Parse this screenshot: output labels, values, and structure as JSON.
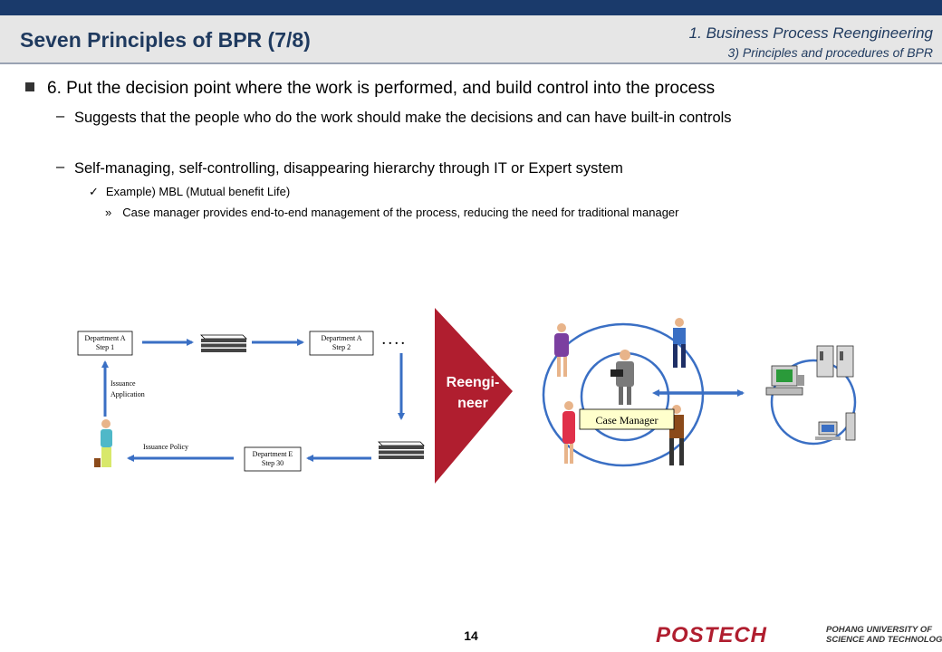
{
  "header": {
    "title": "Seven Principles of BPR (7/8)",
    "breadcrumb_line1": "1. Business Process Reengineering",
    "breadcrumb_line2": "3) Principles and procedures of BPR"
  },
  "content": {
    "main_point": "6. Put the decision point where the work is performed, and build control into the process",
    "sub_points": [
      "Suggests that the people who do the work should make the decisions and can have built-in controls",
      "Self-managing, self-controlling, disappearing hierarchy through IT or Expert system"
    ],
    "example": "Example) MBL (Mutual benefit Life)",
    "example_detail": "Case manager provides end-to-end management of the process, reducing the need for traditional manager"
  },
  "diagram": {
    "dept_a_step1": [
      "Department A",
      "Step 1"
    ],
    "dept_a_step2": [
      "Department A",
      "Step 2"
    ],
    "dept_e_step30": [
      "Department E",
      "Step 30"
    ],
    "ellipsis": ". . . .",
    "issuance_application": [
      "Issuance",
      "Application"
    ],
    "issuance_policy": "Issuance Policy",
    "reengineer": [
      "Reengi-",
      "neer"
    ],
    "case_manager": "Case Manager"
  },
  "footer": {
    "page_number": "14",
    "logo_main": "POSTECH",
    "logo_sub_line1": "POHANG UNIVERSITY OF",
    "logo_sub_line2": "SCIENCE AND TECHNOLOGY"
  },
  "colors": {
    "topbar": "#1a3a6b",
    "title": "#1f3a5f",
    "reengineer_arrow": "#b01e2f",
    "logo": "#b01e2f",
    "flow_arrow": "#3a6fc4",
    "circle": "#3a6fc4",
    "case_manager_box": "#ffffcc"
  }
}
